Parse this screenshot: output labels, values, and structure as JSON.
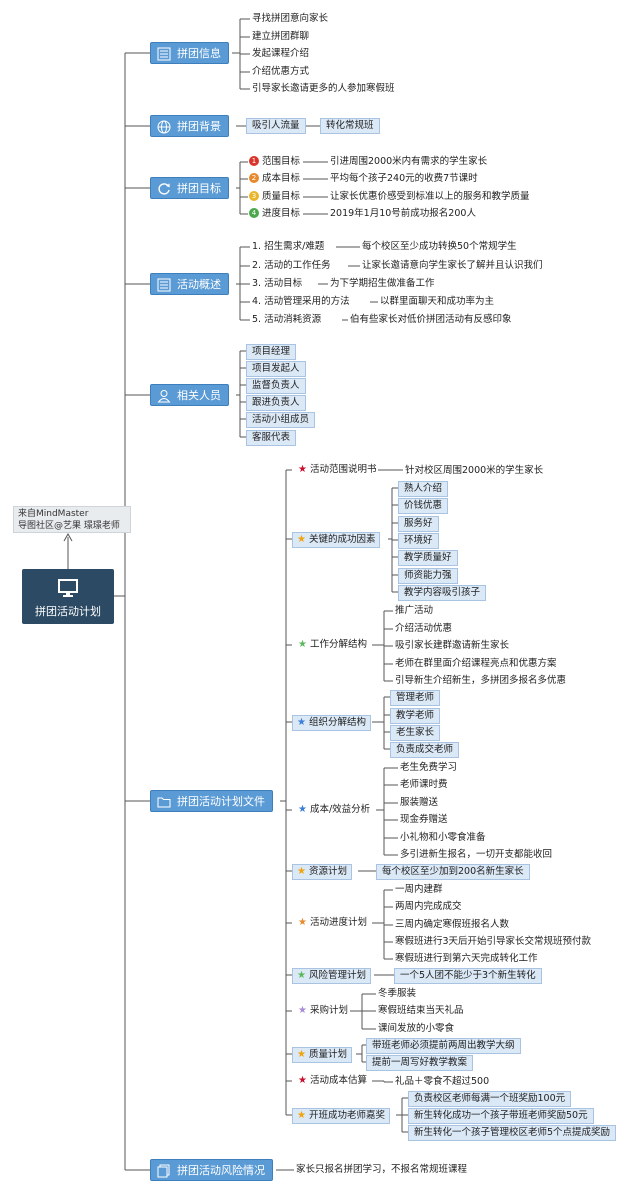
{
  "central": {
    "title": "拼团活动计划"
  },
  "note": {
    "line1": "来自MindMaster",
    "line2": "导图社区@艺果 璟璟老师"
  },
  "branches": {
    "info": {
      "label": "拼团信息",
      "items": [
        "寻找拼团意向家长",
        "建立拼团群聊",
        "发起课程介绍",
        "介绍优惠方式",
        "引导家长邀请更多的人参加寒假班"
      ]
    },
    "background": {
      "label": "拼团背景",
      "items": [
        "吸引人流量",
        "转化常规班"
      ]
    },
    "goals": {
      "label": "拼团目标",
      "items": [
        {
          "num": "1",
          "name": "范围目标",
          "desc": "引进周围2000米内有需求的学生家长",
          "color": "#d9342b"
        },
        {
          "num": "2",
          "name": "成本目标",
          "desc": "平均每个孩子240元的收费7节课时",
          "color": "#e8892b"
        },
        {
          "num": "3",
          "name": "质量目标",
          "desc": "让家长优惠价感受到标准以上的服务和教学质量",
          "color": "#e8b52b"
        },
        {
          "num": "4",
          "name": "进度目标",
          "desc": "2019年1月10号前成功报名200人",
          "color": "#4aa84a"
        }
      ]
    },
    "overview": {
      "label": "活动概述",
      "items": [
        {
          "name": "1. 招生需求/难题",
          "desc": "每个校区至少成功转换50个常规学生"
        },
        {
          "name": "2. 活动的工作任务",
          "desc": "让家长邀请意向学生家长了解并且认识我们"
        },
        {
          "name": "3. 活动目标",
          "desc": "为下学期招生做准备工作"
        },
        {
          "name": "4. 活动管理采用的方法",
          "desc": "以群里面聊天和成功率为主"
        },
        {
          "name": "5. 活动消耗资源",
          "desc": "伯有些家长对低价拼团活动有反感印象"
        }
      ]
    },
    "people": {
      "label": "相关人员",
      "items": [
        "项目经理",
        "项目发起人",
        "监督负责人",
        "跟进负责人",
        "活动小组成员",
        "客服代表"
      ]
    },
    "plan": {
      "label": "拼团活动计划文件",
      "subs": [
        {
          "name": "活动范围说明书",
          "star": "#c8102e",
          "items": [
            "针对校区周围2000米的学生家长"
          ]
        },
        {
          "name": "关键的成功因素",
          "star": "#f0a30a",
          "items": [
            "熟人介绍",
            "价钱优惠",
            "服务好",
            "环境好",
            "教学质量好",
            "师资能力强",
            "教学内容吸引孩子"
          ]
        },
        {
          "name": "工作分解结构",
          "star": "#5cb85c",
          "items": [
            "推广活动",
            "介绍活动优惠",
            "吸引家长建群邀请新生家长",
            "老师在群里面介绍课程亮点和优惠方案",
            "引导新生介绍新生，多拼团多报名多优惠"
          ]
        },
        {
          "name": "组织分解结构",
          "star": "#3b7dd8",
          "items": [
            "管理老师",
            "教学老师",
            "老生家长",
            "负责成交老师"
          ]
        },
        {
          "name": "成本/效益分析",
          "star": "#3b7dd8",
          "items": [
            "老生免费学习",
            "老师课时费",
            "服装赠送",
            "现金券赠送",
            "小礼物和小零食准备",
            "多引进新生报名，一切开支都能收回"
          ]
        },
        {
          "name": "资源计划",
          "star": "#f0a30a",
          "items": [
            "每个校区至少加到200名新生家长"
          ]
        },
        {
          "name": "活动进度计划",
          "star": "#e8892b",
          "items": [
            "一周内建群",
            "两周内完成成交",
            "三周内确定寒假班报名人数",
            "寒假班进行3天后开始引导家长交常规班预付款",
            "寒假班进行到第六天完成转化工作"
          ]
        },
        {
          "name": "风险管理计划",
          "star": "#5cb85c",
          "items": [
            "一个5人团不能少于3个新生转化"
          ]
        },
        {
          "name": "采购计划",
          "star": "#a78bd8",
          "items": [
            "冬季服装",
            "寒假班结束当天礼品",
            "课间发放的小零食"
          ]
        },
        {
          "name": "质量计划",
          "star": "#f0a30a",
          "items": [
            "带班老师必须提前两周出教学大纲",
            "提前一周写好教学教案"
          ]
        },
        {
          "name": "活动成本估算",
          "star": "#c8102e",
          "items": [
            "礼品＋零食不超过500"
          ]
        },
        {
          "name": "开班成功老师嘉奖",
          "star": "#f0a30a",
          "items": [
            "负责校区老师每满一个班奖励100元",
            "新生转化成功一个孩子带班老师奖励50元",
            "新生转化一个孩子管理校区老师5个点提成奖励"
          ]
        }
      ]
    },
    "risk": {
      "label": "拼团活动风险情况",
      "items": [
        "家长只报名拼团学习，不报名常规班课程"
      ]
    }
  },
  "colors": {
    "main": "#5b9bd5",
    "central": "#2c4a63",
    "line": "#4a4a4a",
    "leafbox": "#dbe8f6"
  }
}
